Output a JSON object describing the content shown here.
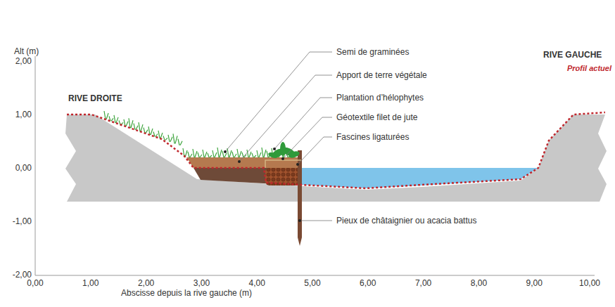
{
  "diagram": {
    "labels": [
      "Alt (m)",
      "2,00",
      "1,00",
      "0,00",
      "-1,00",
      "-2,00",
      "0,00",
      "1,00",
      "2,00",
      "3,00",
      "4,00",
      "5,00",
      "6,00",
      "7,00",
      "8,00",
      "9,00",
      "10,00",
      "Abscisse depuis la rive gauche (m)",
      "RIVE DROITE",
      "RIVE GAUCHE",
      "Profil actuel",
      "Semi de graminées",
      "Apport de terre végétale",
      "Plantation d’hélophytes",
      "Géotextile filet de jute",
      "Fascines ligaturées",
      "Pieux de châtaignier ou acacia battus"
    ]
  }
}
